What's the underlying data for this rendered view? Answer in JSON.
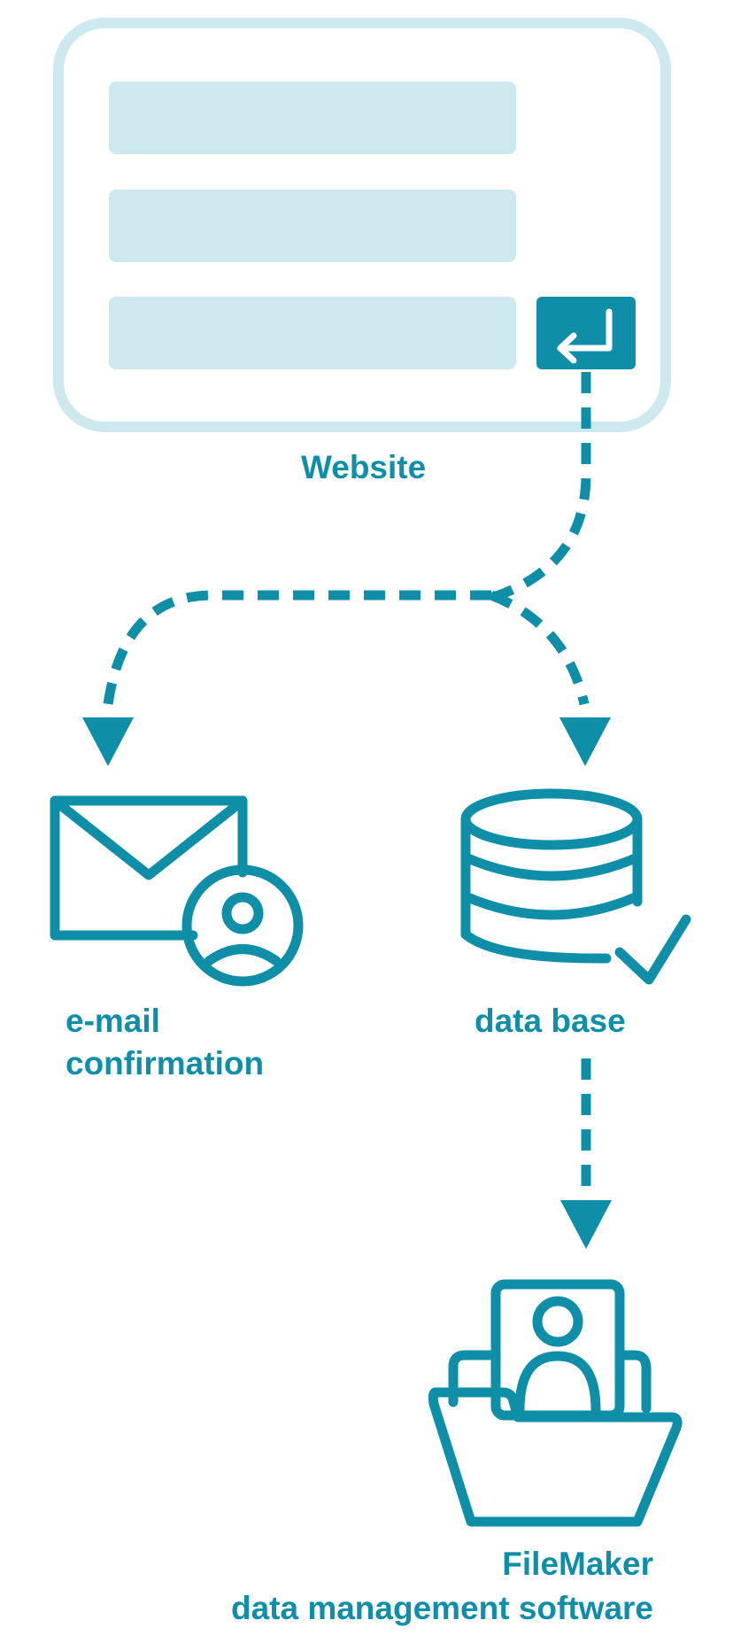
{
  "colors": {
    "accent": "#0f8ea8",
    "light": "#cde9ed"
  },
  "nodes": {
    "website": {
      "label": "Website"
    },
    "email": {
      "label_line1": "e-mail",
      "label_line2": "confirmation",
      "icon": "envelope-user-icon"
    },
    "database": {
      "label": "data base",
      "icon": "database-check-icon"
    },
    "filemaker": {
      "label_line1": "FileMaker",
      "label_line2": "data management software",
      "icon": "folder-contact-icon"
    }
  },
  "edges": [
    {
      "from": "website",
      "to": "email"
    },
    {
      "from": "website",
      "to": "database"
    },
    {
      "from": "database",
      "to": "filemaker"
    }
  ]
}
